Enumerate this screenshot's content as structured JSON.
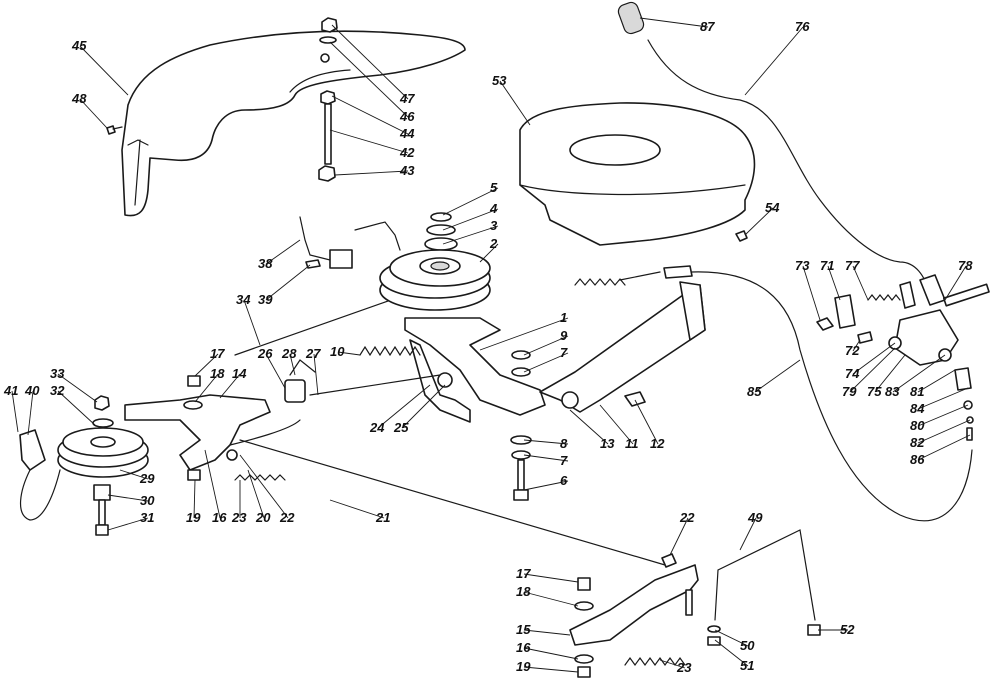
{
  "diagram": {
    "labels": [
      "45",
      "48",
      "47",
      "46",
      "44",
      "42",
      "43",
      "87",
      "76",
      "53",
      "54",
      "73",
      "71",
      "77",
      "78",
      "72",
      "74",
      "79",
      "75",
      "83",
      "81",
      "84",
      "80",
      "82",
      "86",
      "85",
      "5",
      "4",
      "3",
      "2",
      "38",
      "39",
      "34",
      "1",
      "9",
      "7",
      "8",
      "7",
      "6",
      "10",
      "17",
      "18",
      "14",
      "26",
      "28",
      "27",
      "24",
      "25",
      "13",
      "11",
      "12",
      "33",
      "32",
      "41",
      "40",
      "29",
      "30",
      "31",
      "19",
      "16",
      "23",
      "20",
      "22",
      "21",
      "22",
      "17",
      "18",
      "15",
      "16",
      "19",
      "23",
      "49",
      "50",
      "51",
      "52"
    ]
  }
}
